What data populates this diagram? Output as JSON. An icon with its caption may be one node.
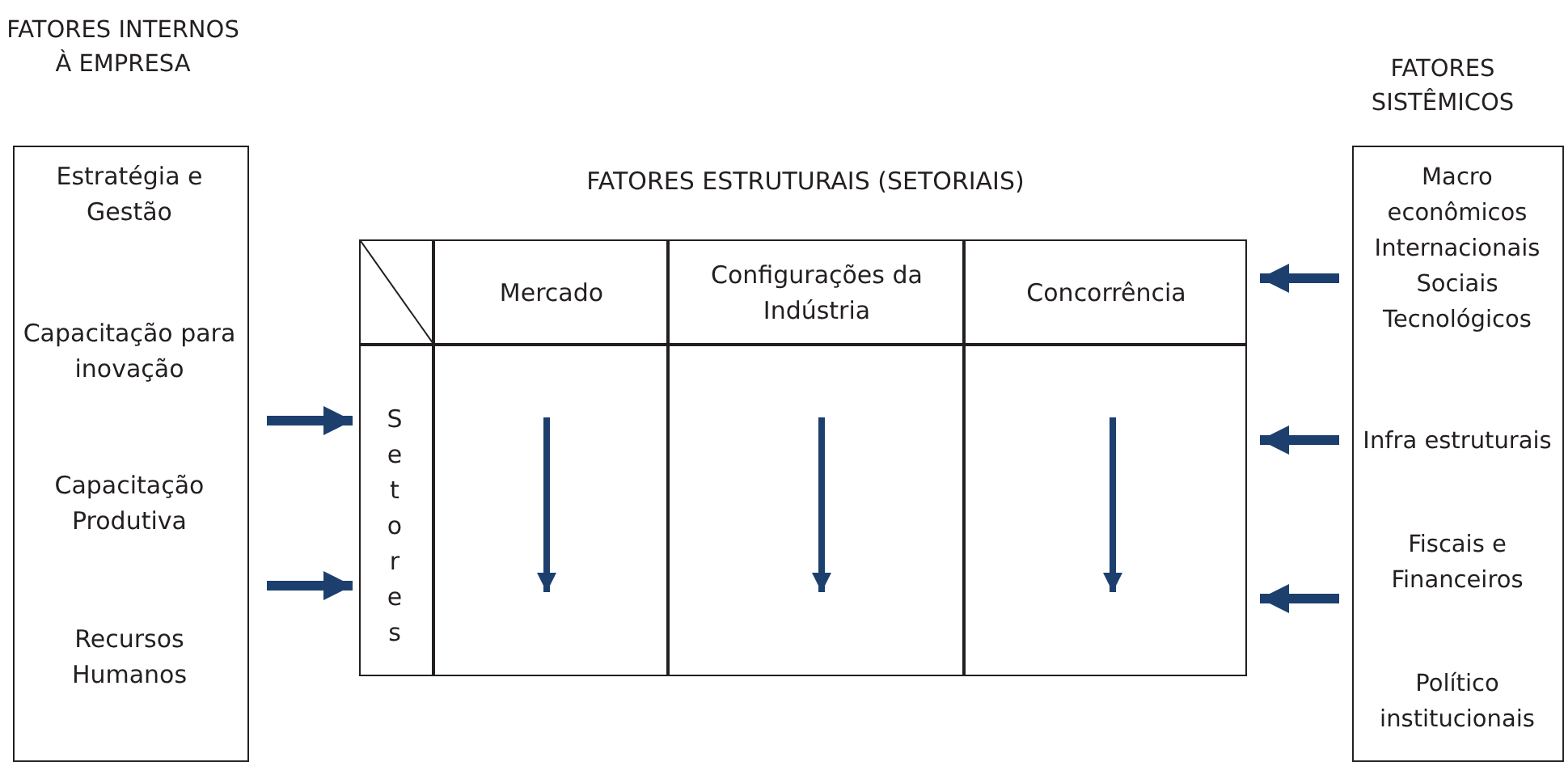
{
  "diagram": {
    "nodes": [
      {
        "text": [
          "FATORES INTERNOS À EMPRESA",
          "Estratégia e Gestão",
          "Capacitação para inovação",
          "Capacitação Produtiva",
          "Recursos Humanos"
        ]
      },
      {
        "text": [
          "FATORES ESTRUTURAIS (SETORIAIS)"
        ]
      },
      {
        "text": [],
        "shape": "box",
        "in": 1
      },
      {
        "text": [
          "Mercado"
        ],
        "in": 1
      },
      {
        "text": [
          "Configurações da Indústria"
        ],
        "in": 1
      },
      {
        "text": [
          "Concorrência"
        ],
        "in": 1
      },
      {
        "text": [
          "Setores"
        ],
        "in": 1
      },
      {
        "text": [],
        "shape": "box",
        "in": 1
      },
      {
        "text": [],
        "shape": "box",
        "in": 1
      },
      {
        "text": [],
        "shape": "box",
        "in": 1
      },
      {
        "text": [
          "FATORES SISTÊMICOS",
          "Macro econômicos Internacionais Sociais Tecnológicos",
          "Infra estruturais",
          "Fiscais e Financeiros",
          "Político institucionais"
        ]
      }
    ],
    "edges": [
      {
        "from": 0,
        "to": 6,
        "arrow": "to"
      },
      {
        "from": 0,
        "to": 6,
        "arrow": "to"
      },
      {
        "from": 10,
        "to": 5,
        "arrow": "to"
      },
      {
        "from": 10,
        "to": 9,
        "arrow": "to"
      },
      {
        "from": 10,
        "to": 9,
        "arrow": "to"
      }
    ]
  }
}
